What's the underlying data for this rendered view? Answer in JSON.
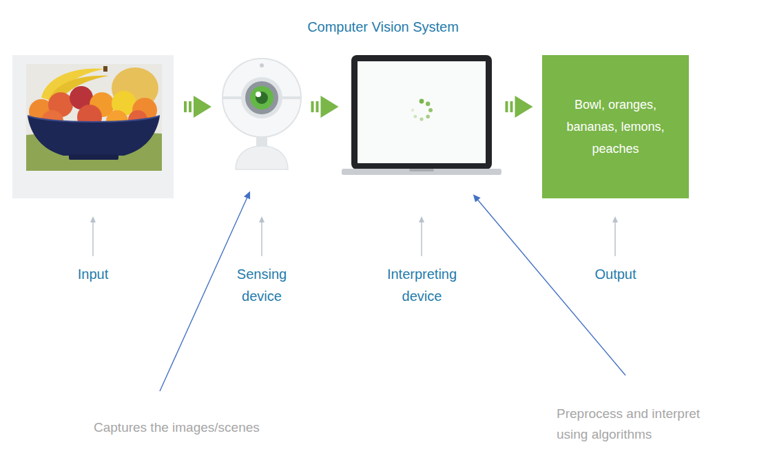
{
  "diagram": {
    "title": "Computer Vision System",
    "nodes": [
      {
        "text": [
          "Input"
        ]
      },
      {
        "text": [
          "Sensing device"
        ]
      },
      {
        "text": [
          "Interpreting device"
        ]
      },
      {
        "text": [
          "Bowl, oranges, bananas, lemons, peaches",
          "Output"
        ]
      }
    ],
    "edges": [
      {
        "from": 0,
        "to": 1,
        "arrow": "to"
      },
      {
        "from": 1,
        "to": 2,
        "arrow": "to"
      },
      {
        "from": 2,
        "to": 3,
        "arrow": "to"
      }
    ],
    "labels": [
      "Captures the images/scenes",
      "Preprocess and interpret using algorithms"
    ]
  }
}
